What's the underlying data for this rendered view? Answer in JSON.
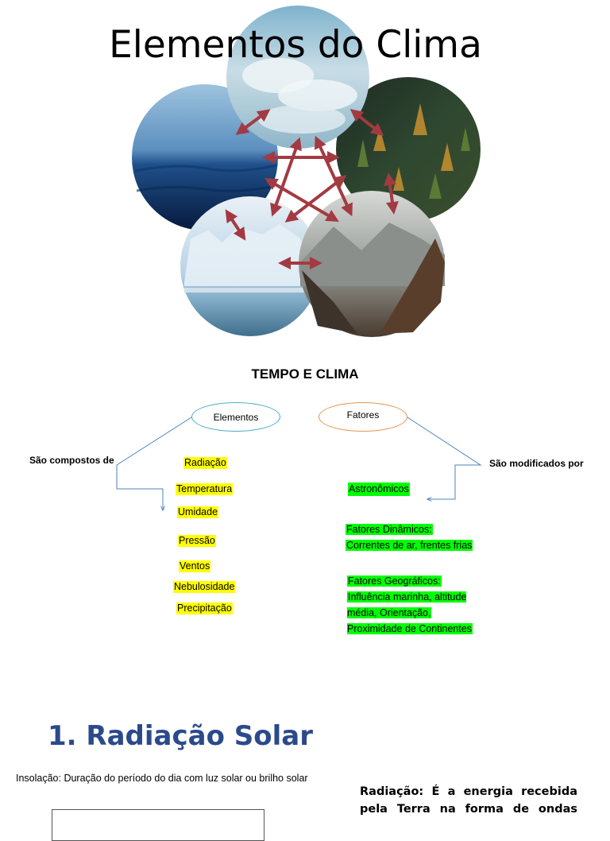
{
  "header": {
    "title": "Elementos do Clima"
  },
  "diagram": {
    "images": [
      {
        "subject": "clouds-sky"
      },
      {
        "subject": "ocean-water"
      },
      {
        "subject": "conifer-forest"
      },
      {
        "subject": "glacier-ice"
      },
      {
        "subject": "mountain-valley"
      }
    ],
    "arrow_color": "#a33a42"
  },
  "section": {
    "heading": "TEMPO E CLIMA",
    "elementos_oval": "Elementos",
    "fatores_oval": "Fatores",
    "left_label": "São compostos de",
    "right_label": "São modificados por",
    "elements": [
      "Radiação",
      "Temperatura",
      "Umidade",
      "Pressão",
      "Ventos",
      "Nebulosidade",
      "Precipitação"
    ],
    "factors": {
      "astronomicos": "Astronômicos",
      "dinamicos_title": "Fatores Dinâmicos:",
      "dinamicos_text": "Correntes de ar, frentes frias",
      "geograficos_title": "Fatores Geográficos:",
      "geograficos_text": "Influência marinha, altitude média, Orientação, Proximidade de Continentes"
    },
    "highlight_colors": {
      "elements": "#ffff00",
      "factors": "#00ff00"
    }
  },
  "radiation": {
    "heading": "1. Radiação Solar",
    "insolacao": "Insolação: Duração do período do dia com luz solar ou brilho solar",
    "definition": "Radiação: É a energia recebida pela Terra na forma de ondas"
  }
}
